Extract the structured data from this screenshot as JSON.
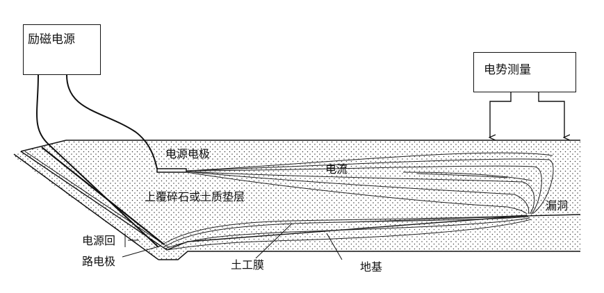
{
  "boxes": {
    "excitation": "励磁电源",
    "measure": "电势测量"
  },
  "labels": {
    "source_electrode": "电源电极",
    "current": "电流",
    "cover_layer": "上覆碎石或土质垫层",
    "leak": "漏洞",
    "return_electrode_line1": "电源回",
    "return_electrode_line2": "路电极",
    "geomembrane": "土工膜",
    "foundation": "地基"
  }
}
